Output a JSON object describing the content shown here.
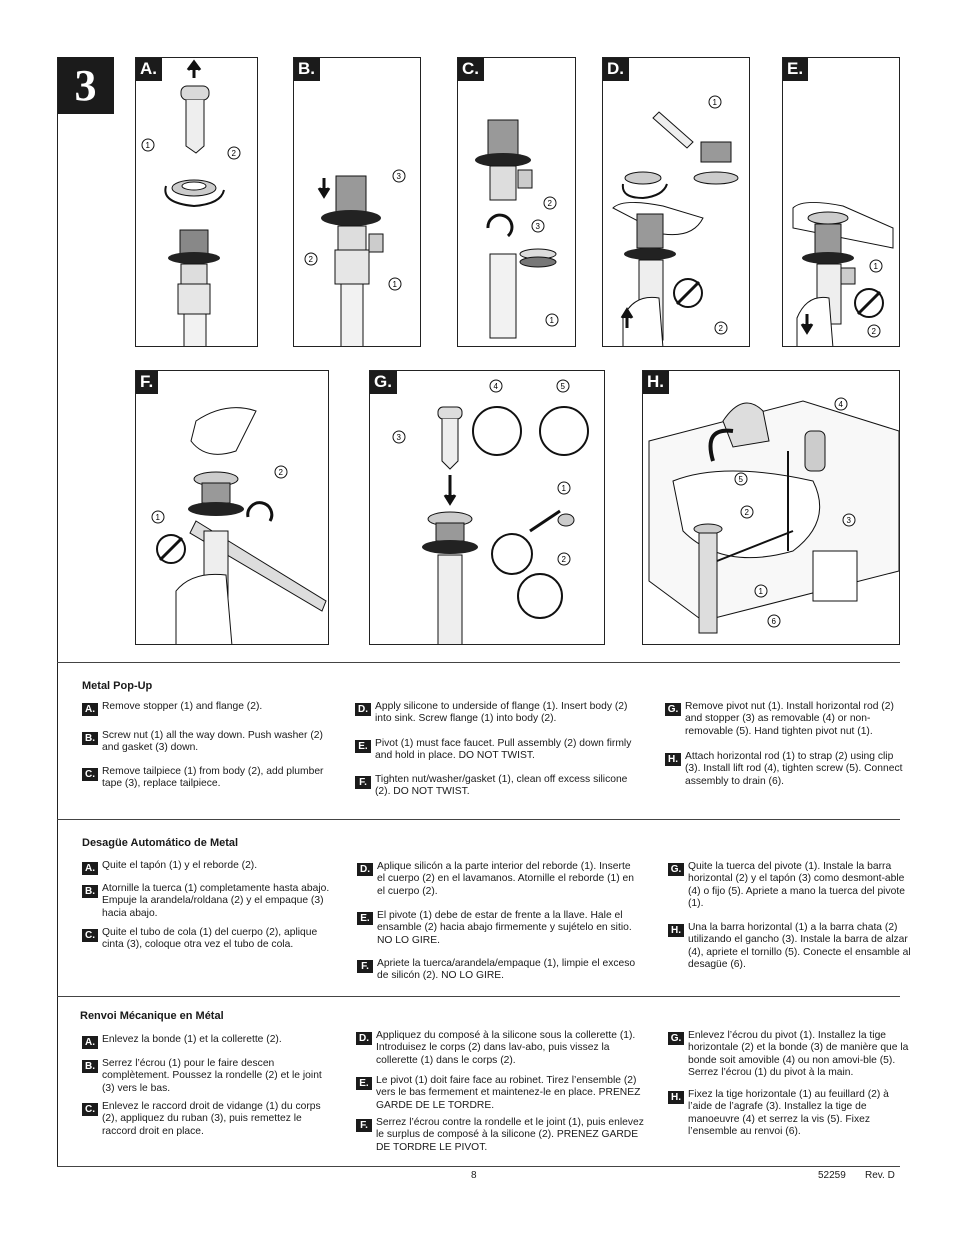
{
  "step_number": "3",
  "panels": [
    {
      "id": "A",
      "label": "A."
    },
    {
      "id": "B",
      "label": "B."
    },
    {
      "id": "C",
      "label": "C."
    },
    {
      "id": "D",
      "label": "D."
    },
    {
      "id": "E",
      "label": "E."
    },
    {
      "id": "F",
      "label": "F."
    },
    {
      "id": "G",
      "label": "G."
    },
    {
      "id": "H",
      "label": "H."
    }
  ],
  "sections": [
    {
      "title": "Metal Pop-Up",
      "columns": [
        [
          {
            "badge": "A.",
            "text": "Remove stopper (1) and flange (2)."
          },
          {
            "badge": "B.",
            "text": "Screw nut (1) all the way down. Push washer (2) and gasket (3) down."
          },
          {
            "badge": "C.",
            "text": "Remove tailpiece (1) from body (2), add plumber tape (3), replace tailpiece."
          }
        ],
        [
          {
            "badge": "D.",
            "text": "Apply silicone to underside of flange (1). Insert body (2) into sink. Screw flange (1) into body (2)."
          },
          {
            "badge": "E.",
            "text": "Pivot (1) must face faucet. Pull assembly (2) down firmly and hold in place. DO NOT TWIST."
          },
          {
            "badge": "F.",
            "text": "Tighten nut/washer/gasket (1), clean off excess silicone (2). DO NOT TWIST."
          }
        ],
        [
          {
            "badge": "G.",
            "text": "Remove pivot nut (1). Install horizontal rod (2) and stopper (3) as removable (4) or non-removable (5). Hand tighten pivot nut (1)."
          },
          {
            "badge": "H.",
            "text": "Attach horizontal rod (1) to strap (2) using clip (3). Install lift rod (4), tighten screw (5). Connect assembly to drain (6)."
          }
        ]
      ]
    },
    {
      "title": "Desagüe Automático de Metal",
      "columns": [
        [
          {
            "badge": "A.",
            "text": "Quite el tapón (1) y el reborde (2)."
          },
          {
            "badge": "B.",
            "text": "Atornille la tuerca (1) completamente hasta abajo. Empuje la arandela/roldana (2) y el empaque (3) hacia abajo."
          },
          {
            "badge": "C.",
            "text": "Quite el tubo de cola (1) del cuerpo (2), aplique cinta (3), coloque otra vez el tubo de cola."
          }
        ],
        [
          {
            "badge": "D.",
            "text": "Aplique silicón a la parte interior del reborde (1). Inserte el cuerpo (2) en el lavamanos. Atornille el reborde (1) en el cuerpo (2)."
          },
          {
            "badge": "E.",
            "text": "El pivote (1) debe de estar de frente a la llave. Hale el ensamble (2) hacia abajo firmemente y sujételo en sitio. NO LO GIRE."
          },
          {
            "badge": "F.",
            "text": "Apriete la tuerca/arandela/empaque (1), limpie el exceso de silicón (2). NO LO GIRE."
          }
        ],
        [
          {
            "badge": "G.",
            "text": "Quite la tuerca del pivote (1). Instale la barra horizontal (2) y el tapón (3) como desmont-able (4) o fijo (5). Apriete a mano la tuerca del pivote (1)."
          },
          {
            "badge": "H.",
            "text": "Una la barra horizontal (1) a la barra chata (2) utilizando el gancho (3). Instale la barra de alzar (4), apriete el tornillo (5). Conecte el ensamble al desagüe (6)."
          }
        ]
      ]
    },
    {
      "title": "Renvoi Mécanique en Métal",
      "columns": [
        [
          {
            "badge": "A.",
            "text": "Enlevez la bonde (1) et la collerette (2)."
          },
          {
            "badge": "B.",
            "text": "Serrez l’écrou (1) pour le faire descen complètement. Poussez la rondelle (2) et le joint (3) vers le bas."
          },
          {
            "badge": "C.",
            "text": "Enlevez le raccord droit de vidange (1) du corps (2), appliquez du ruban (3), puis remettez le raccord droit en place."
          }
        ],
        [
          {
            "badge": "D.",
            "text": "Appliquez du composé à la silicone sous la collerette (1). Introduisez le corps (2) dans lav-abo, puis vissez la collerette (1) dans le corps (2)."
          },
          {
            "badge": "E.",
            "text": "Le pivot (1) doit faire face au robinet. Tirez l’ensemble (2) vers le bas fermement et maintenez-le en place. PRENEZ GARDE DE LE TORDRE."
          },
          {
            "badge": "F.",
            "text": "Serrez l’écrou contre la rondelle et le joint (1), puis enlevez le surplus de composé à la silicone (2). PRENEZ GARDE DE TORDRE LE PIVOT."
          }
        ],
        [
          {
            "badge": "G.",
            "text": "Enlevez l’écrou du pivot (1). Installez la tige horizontale (2) et la bonde (3) de manière que la bonde soit amovible (4) ou non amovi-ble (5). Serrez l’écrou (1) du pivot à la main."
          },
          {
            "badge": "H.",
            "text": "Fixez la tige horizontale (1) au feuillard (2) à l’aide de l’agrafe (3). Installez la tige de manoeuvre (4) et serrez la vis (5). Fixez l’ensemble au renvoi (6)."
          }
        ]
      ]
    }
  ],
  "footer": {
    "page_number": "8",
    "doc_number": "52259",
    "revision": "Rev. D"
  }
}
